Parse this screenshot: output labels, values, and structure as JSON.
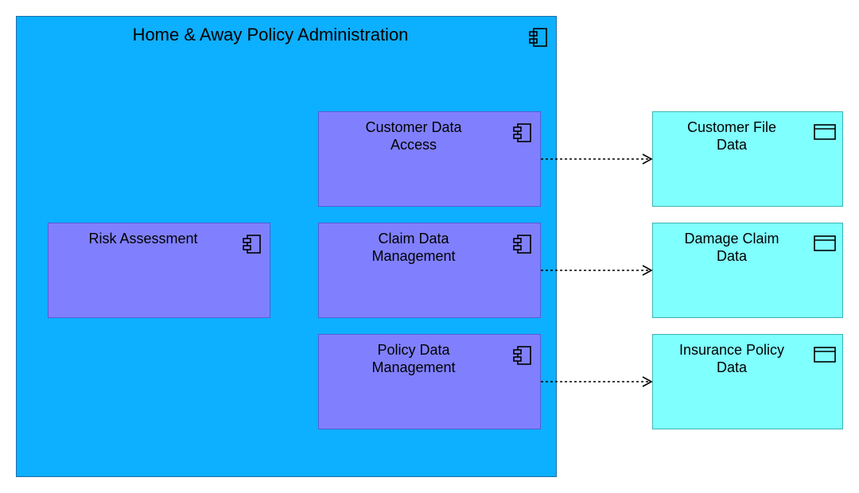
{
  "diagram": {
    "container": {
      "title": "Home & Away Policy Administration",
      "icon": "application-component-icon",
      "fill": "#0dafff"
    },
    "components": [
      {
        "id": "customer-data-access",
        "label": "Customer Data\nAccess",
        "icon": "application-component-icon"
      },
      {
        "id": "risk-assessment",
        "label": "Risk Assessment",
        "icon": "application-component-icon"
      },
      {
        "id": "claim-data-management",
        "label": "Claim Data\nManagement",
        "icon": "application-component-icon"
      },
      {
        "id": "policy-data-management",
        "label": "Policy Data\nManagement",
        "icon": "application-component-icon"
      }
    ],
    "data_objects": [
      {
        "id": "customer-file-data",
        "label": "Customer File\nData",
        "icon": "data-object-icon"
      },
      {
        "id": "damage-claim-data",
        "label": "Damage Claim\nData",
        "icon": "data-object-icon"
      },
      {
        "id": "insurance-policy-data",
        "label": "Insurance Policy\nData",
        "icon": "data-object-icon"
      }
    ],
    "links": [
      {
        "from": "customer-data-access",
        "to": "customer-file-data",
        "style": "dotted-arrow"
      },
      {
        "from": "claim-data-management",
        "to": "damage-claim-data",
        "style": "dotted-arrow"
      },
      {
        "from": "policy-data-management",
        "to": "insurance-policy-data",
        "style": "dotted-arrow"
      }
    ],
    "colors": {
      "component_fill": "#8080ff",
      "data_fill": "#80ffff",
      "container_fill": "#0dafff"
    }
  }
}
